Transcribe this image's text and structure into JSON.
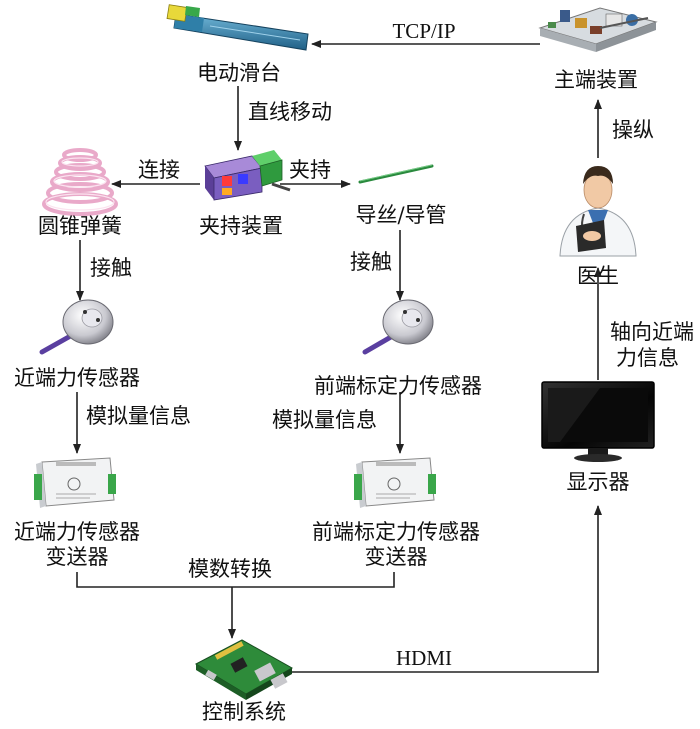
{
  "nodes": {
    "slide": "电动滑台",
    "main_device": "主端装置",
    "clamp": "夹持装置",
    "spring": "圆锥弹簧",
    "guidewire": "导丝/导管",
    "doctor": "医生",
    "near_sensor": "近端力传感器",
    "front_sensor": "前端标定力传感器",
    "near_transmitter_1": "近端力传感器",
    "near_transmitter_2": "变送器",
    "front_transmitter_1": "前端标定力传感器",
    "front_transmitter_2": "变送器",
    "display": "显示器",
    "control": "控制系统"
  },
  "edges": {
    "tcpip": "TCP/IP",
    "linear_move": "直线移动",
    "connect": "连接",
    "hold": "夹持",
    "manipulate": "操纵",
    "contact_left": "接触",
    "contact_right": "接触",
    "analog_left": "模拟量信息",
    "analog_right": "模拟量信息",
    "axial_1": "轴向近端",
    "axial_2": "力信息",
    "adc": "模数转换",
    "hdmi": "HDMI"
  },
  "colors": {
    "line": "#222222",
    "slide_body": "#2f7fa8",
    "slide_end": "#e8d83a",
    "clamp_body": "#8a6cc0",
    "clamp_green": "#3aa64a",
    "spring": "#e9a9c9",
    "wire": "#2a8a3e",
    "sensor_body": "#c9c9d0",
    "sensor_cable": "#5a3fa0",
    "board": "#2e8b3a",
    "monitor": "#1a1a1a"
  }
}
